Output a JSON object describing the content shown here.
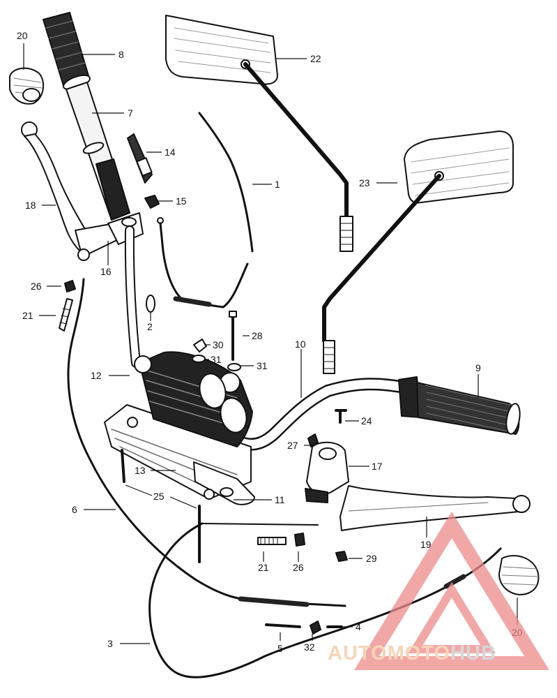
{
  "diagram": {
    "callouts": [
      {
        "id": "c20a",
        "label": "20"
      },
      {
        "id": "c8",
        "label": "8"
      },
      {
        "id": "c7",
        "label": "7"
      },
      {
        "id": "c22",
        "label": "22"
      },
      {
        "id": "c14",
        "label": "14"
      },
      {
        "id": "c1",
        "label": "1"
      },
      {
        "id": "c23",
        "label": "23"
      },
      {
        "id": "c15",
        "label": "15"
      },
      {
        "id": "c18",
        "label": "18"
      },
      {
        "id": "c16",
        "label": "16"
      },
      {
        "id": "c26a",
        "label": "26"
      },
      {
        "id": "c21a",
        "label": "21"
      },
      {
        "id": "c2",
        "label": "2"
      },
      {
        "id": "c30",
        "label": "30"
      },
      {
        "id": "c28",
        "label": "28"
      },
      {
        "id": "c31a",
        "label": "31"
      },
      {
        "id": "c31b",
        "label": "31"
      },
      {
        "id": "c10",
        "label": "10"
      },
      {
        "id": "c12",
        "label": "12"
      },
      {
        "id": "c9",
        "label": "9"
      },
      {
        "id": "c24",
        "label": "24"
      },
      {
        "id": "c27",
        "label": "27"
      },
      {
        "id": "c17",
        "label": "17"
      },
      {
        "id": "c13",
        "label": "13"
      },
      {
        "id": "c11",
        "label": "11"
      },
      {
        "id": "c25",
        "label": "25"
      },
      {
        "id": "c6",
        "label": "6"
      },
      {
        "id": "c19",
        "label": "19"
      },
      {
        "id": "c21b",
        "label": "21"
      },
      {
        "id": "c26b",
        "label": "26"
      },
      {
        "id": "c29",
        "label": "29"
      },
      {
        "id": "c3",
        "label": "3"
      },
      {
        "id": "c5",
        "label": "5"
      },
      {
        "id": "c32",
        "label": "32"
      },
      {
        "id": "c4",
        "label": "4"
      },
      {
        "id": "c20b",
        "label": "20"
      }
    ]
  },
  "watermark": {
    "part1": "AUTO",
    "part2": "MOTO",
    "part3": "HUB",
    "colors": {
      "auto": "#f3c8a0",
      "moto": "#f3c8a0",
      "hub": "#c9c9c9",
      "triangle": "#ee8a8a"
    }
  },
  "colors": {
    "ink": "#111111",
    "paper": "#ffffff"
  }
}
